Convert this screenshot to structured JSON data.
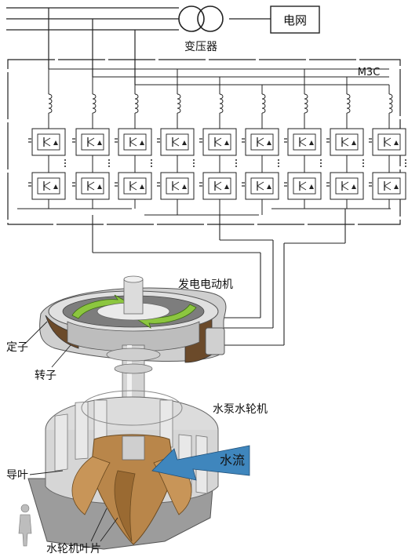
{
  "top": {
    "grid_label": "电网",
    "transformer_label": "变压器",
    "converter_label": "M3C"
  },
  "machine": {
    "motor_generator_label": "发电电动机",
    "stator_label": "定子",
    "rotor_label": "转子",
    "pump_turbine_label": "水泵水轮机",
    "water_flow_label": "水流",
    "guide_vane_label": "导叶",
    "runner_blade_label": "水轮机叶片"
  },
  "colors": {
    "line": "#222222",
    "water_arrow": "#3f86bd",
    "runner": "#b9864a",
    "stator_green": "#8cc63f",
    "machine_grey": "#c9c9c9"
  }
}
